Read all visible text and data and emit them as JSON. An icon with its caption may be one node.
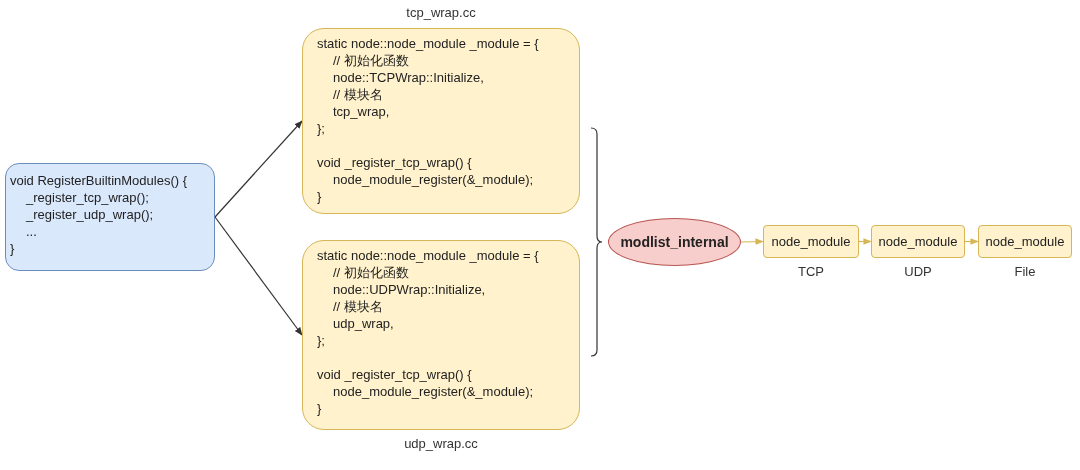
{
  "diagram": {
    "nodes": [
      {
        "text": [
          "void RegisterBuiltinModules() {",
          "_register_tcp_wrap();",
          "_register_udp_wrap();",
          "...",
          "}"
        ]
      },
      {
        "text": [
          "static node::node_module _module = {",
          "// 初始化函数",
          "node::TCPWrap::Initialize,",
          "// 模块名",
          "tcp_wrap,",
          "};",
          "void _register_tcp_wrap() {",
          "node_module_register(&_module);",
          "}"
        ],
        "beside": [
          "tcp_wrap.cc"
        ]
      },
      {
        "text": [
          "static node::node_module _module = {",
          "// 初始化函数",
          "node::UDPWrap::Initialize,",
          "// 模块名",
          "udp_wrap,",
          "};",
          "void _register_tcp_wrap() {",
          "node_module_register(&_module);",
          "}"
        ],
        "beside": [
          "udp_wrap.cc"
        ]
      },
      {
        "text": [
          "modlist_internal"
        ]
      },
      {
        "text": [
          "node_module"
        ],
        "beside": [
          "TCP"
        ]
      },
      {
        "text": [
          "node_module"
        ],
        "beside": [
          "UDP"
        ]
      },
      {
        "text": [
          "node_module"
        ],
        "beside": [
          "File"
        ]
      }
    ],
    "edges": [
      {
        "from": 0,
        "to": 1,
        "arrow": "to",
        "color": "#333333"
      },
      {
        "from": 0,
        "to": 2,
        "arrow": "to",
        "color": "#333333"
      },
      {
        "from": 3,
        "to": 4,
        "arrow": "to"
      },
      {
        "from": 4,
        "to": 5,
        "arrow": "to"
      },
      {
        "from": 5,
        "to": 6,
        "arrow": "to"
      }
    ]
  }
}
